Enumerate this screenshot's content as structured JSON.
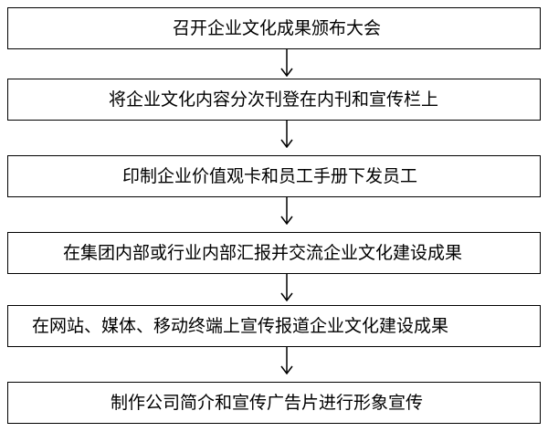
{
  "flowchart": {
    "steps": [
      "召开企业文化成果颁布大会",
      "将企业文化内容分次刊登在内刊和宣传栏上",
      "印制企业价值观卡和员工手册下发员工",
      "在集团内部或行业内部汇报并交流企业文化建设成果",
      "在网站、媒体、移动终端上宣传报道企业文化建设成果",
      "制作公司简介和宣传广告片进行形象宣传"
    ]
  },
  "colors": {
    "line": "#000000",
    "text": "#000000",
    "background": "#ffffff"
  }
}
